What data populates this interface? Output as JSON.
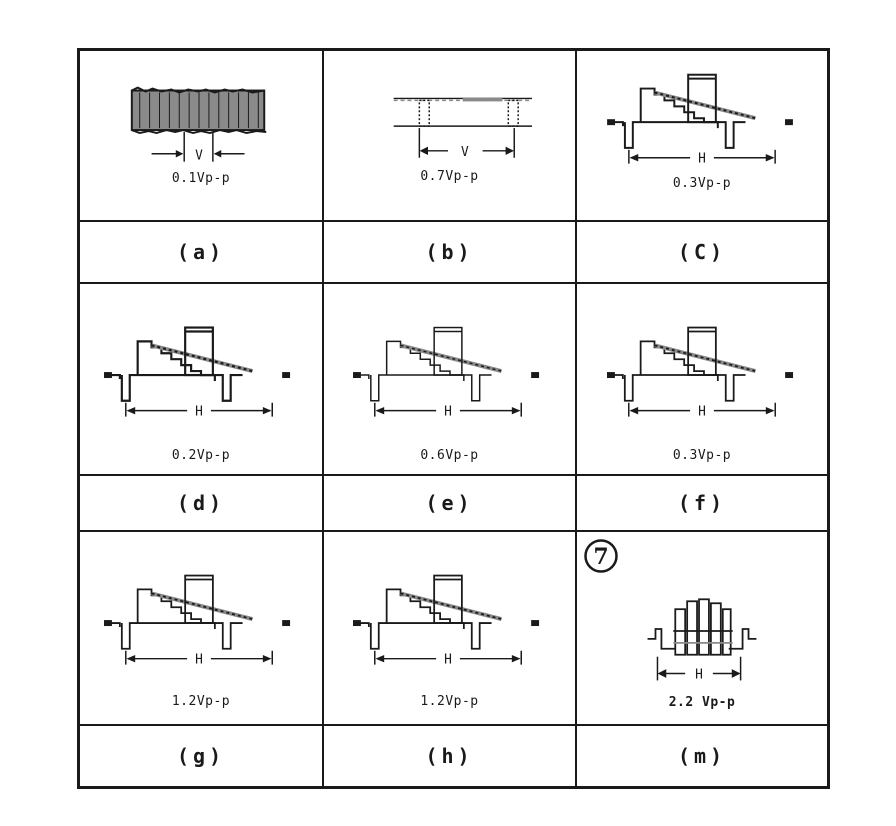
{
  "panels": [
    {
      "id": "a",
      "label": "(a)",
      "amplitude": "0.1Vp-p",
      "dim": "V",
      "kind": "noise"
    },
    {
      "id": "b",
      "label": "(b)",
      "amplitude": "0.7Vp-p",
      "dim": "V",
      "kind": "bars"
    },
    {
      "id": "c",
      "label": "(C)",
      "amplitude": "0.3Vp-p",
      "dim": "H",
      "kind": "staircase"
    },
    {
      "id": "d",
      "label": "(d)",
      "amplitude": "0.2Vp-p",
      "dim": "H",
      "kind": "staircase"
    },
    {
      "id": "e",
      "label": "(e)",
      "amplitude": "0.6Vp-p",
      "dim": "H",
      "kind": "staircase"
    },
    {
      "id": "f",
      "label": "(f)",
      "amplitude": "0.3Vp-p",
      "dim": "H",
      "kind": "staircase"
    },
    {
      "id": "g",
      "label": "(g)",
      "amplitude": "1.2Vp-p",
      "dim": "H",
      "kind": "staircase"
    },
    {
      "id": "h",
      "label": "(h)",
      "amplitude": "1.2Vp-p",
      "dim": "H",
      "kind": "staircase"
    },
    {
      "id": "m",
      "label": "(m)",
      "amplitude": "2.2 Vp-p",
      "dim": "H",
      "kind": "burst"
    }
  ],
  "marker": "7",
  "colors": {
    "ink": "#1a1a1a",
    "paper": "#ffffff",
    "shade": "#8a8a8a"
  }
}
